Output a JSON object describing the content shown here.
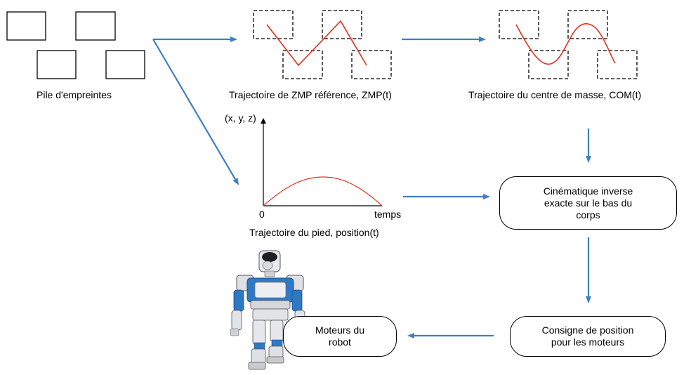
{
  "footprints": {
    "label": "Pile d'empreintes"
  },
  "zmp": {
    "label": "Trajectoire de ZMP référence, ZMP(t)"
  },
  "com": {
    "label": "Trajectoire du centre de masse, COM(t)"
  },
  "foot": {
    "label": "Trajectoire du pied, position(t)",
    "y_axis_label": "(x, y, z)",
    "x_axis_label": "temps",
    "origin_label": "0"
  },
  "ik_box": {
    "lines": [
      "Cinématique inverse",
      "exacte sur le bas du",
      "corps"
    ]
  },
  "setpoint_box": {
    "lines": [
      "Consigne de position",
      "pour les moteurs"
    ]
  },
  "motors_box": {
    "lines": [
      "Moteurs du",
      "robot"
    ]
  },
  "robot_image": {
    "icon": "humanoid-robot-icon"
  },
  "colors": {
    "arrow": "#3f7fc0",
    "curve": "#e0301e",
    "robot_blue": "#2f78c4"
  }
}
